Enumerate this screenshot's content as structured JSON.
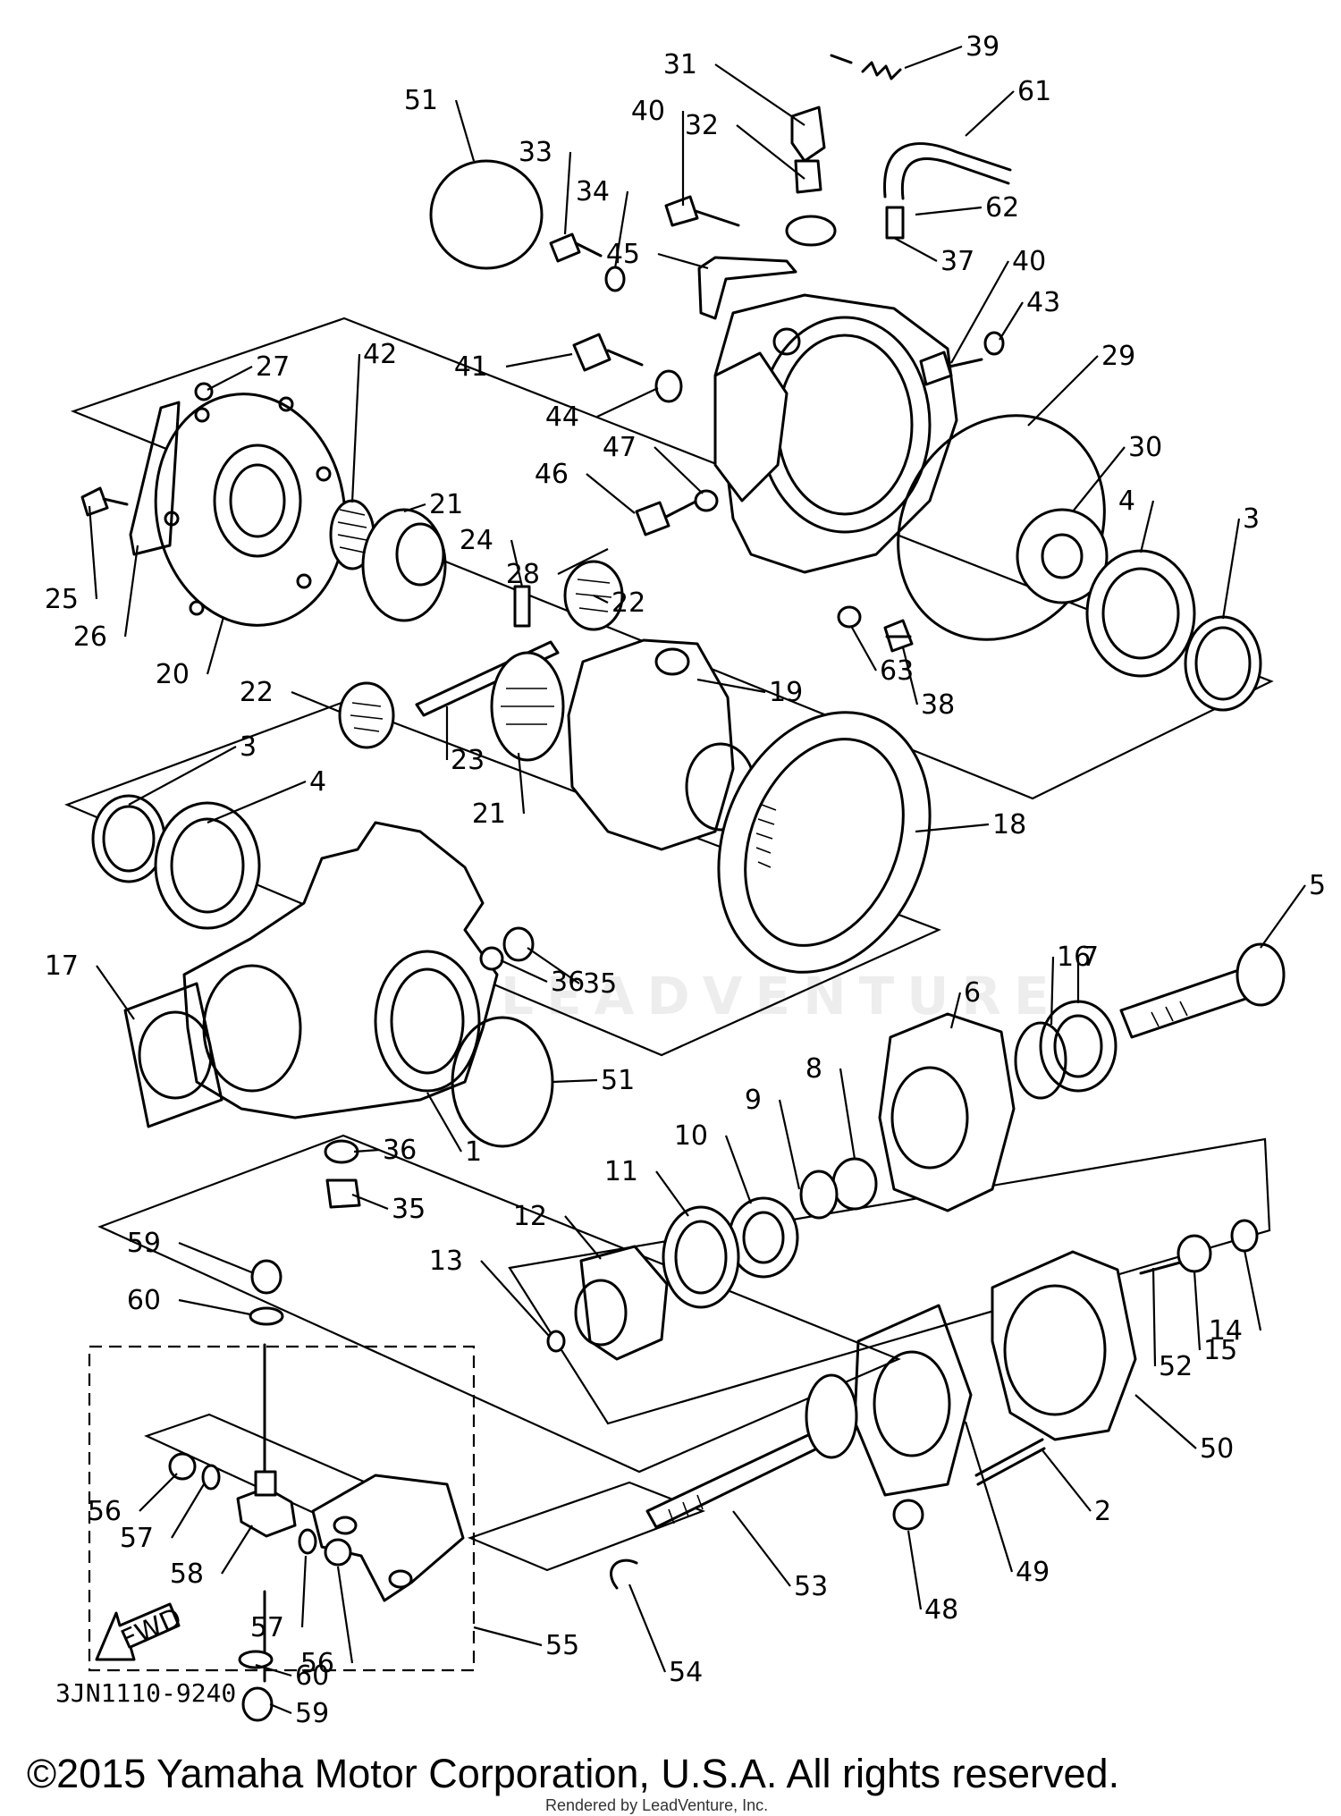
{
  "diagram": {
    "code": "3JN1110-9240",
    "fwd_label": "FWD",
    "watermark": "LEADVENTURE",
    "copyright": "©2015 Yamaha Motor Corporation, U.S.A. All rights reserved.",
    "rendered_by": "Rendered by LeadVenture, Inc."
  },
  "callouts": [
    "1",
    "2",
    "3",
    "3",
    "4",
    "4",
    "5",
    "6",
    "7",
    "8",
    "9",
    "10",
    "11",
    "12",
    "13",
    "14",
    "15",
    "16",
    "17",
    "18",
    "19",
    "20",
    "21",
    "21",
    "22",
    "22",
    "23",
    "24",
    "25",
    "26",
    "27",
    "28",
    "29",
    "30",
    "31",
    "32",
    "33",
    "34",
    "35",
    "35",
    "36",
    "36",
    "37",
    "38",
    "39",
    "40",
    "40",
    "41",
    "42",
    "43",
    "44",
    "45",
    "46",
    "47",
    "48",
    "49",
    "50",
    "51",
    "51",
    "52",
    "53",
    "54",
    "55",
    "56",
    "56",
    "57",
    "57",
    "58",
    "59",
    "59",
    "60",
    "60",
    "61",
    "62",
    "63"
  ]
}
